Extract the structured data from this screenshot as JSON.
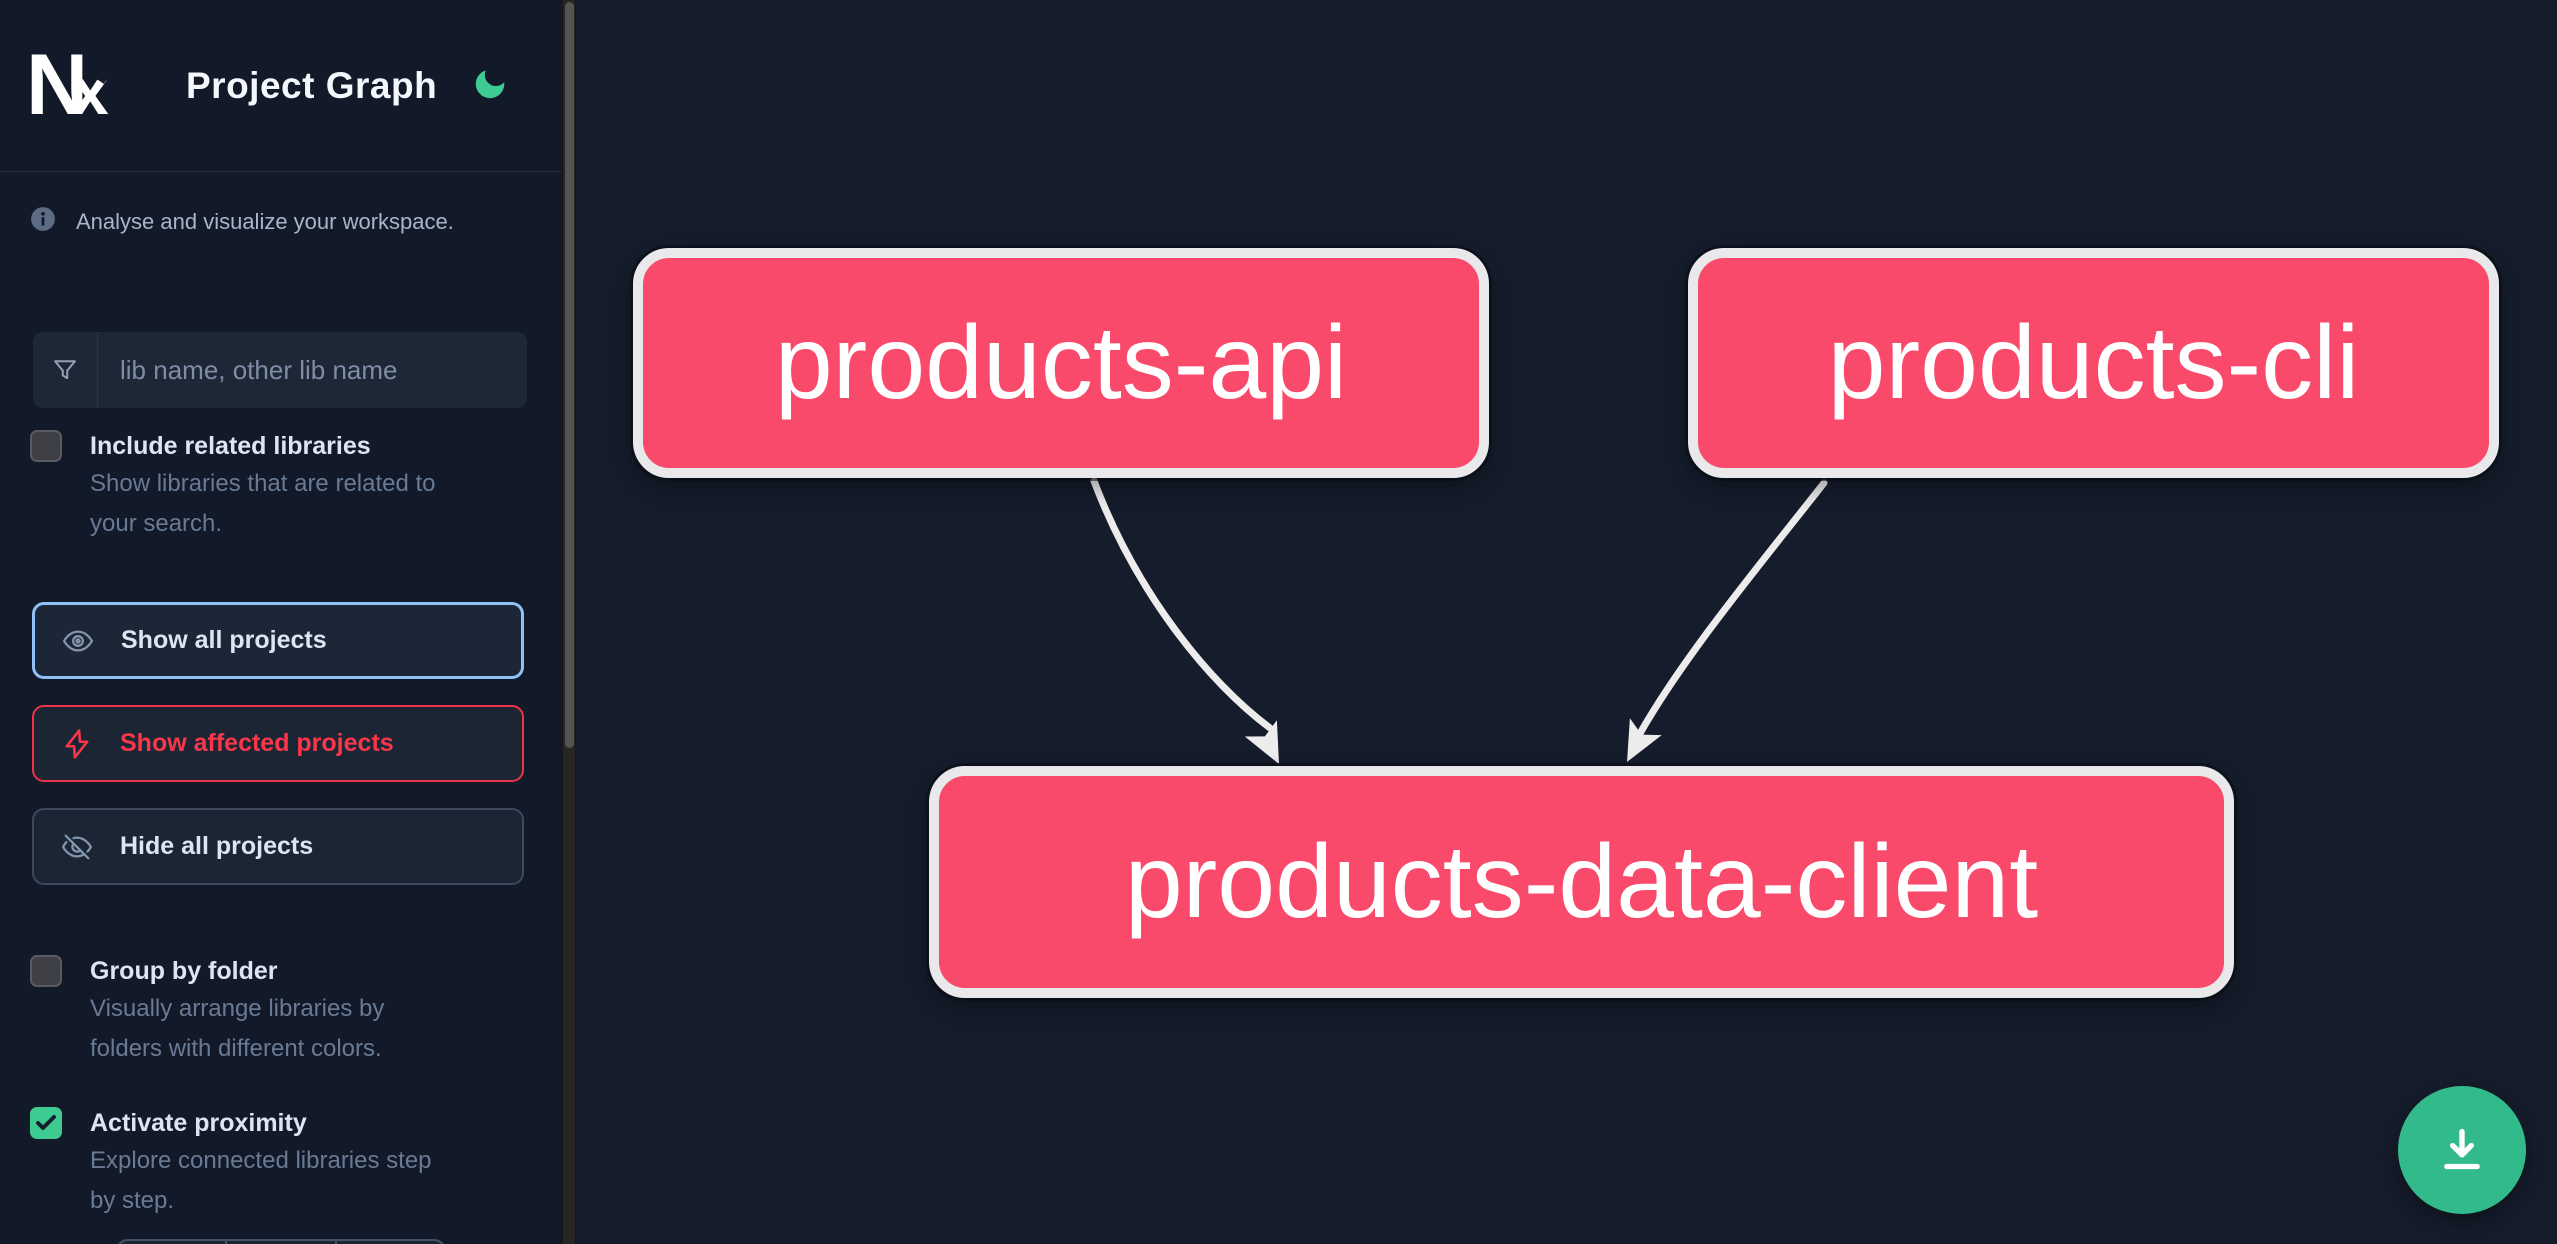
{
  "header": {
    "app_name": "Nx",
    "title": "Project Graph",
    "theme_icon": "moon"
  },
  "sidebar": {
    "tagline": "Analyse and visualize your workspace.",
    "search": {
      "placeholder": "lib name, other lib name",
      "value": ""
    },
    "options": [
      {
        "label": "Include related libraries",
        "checked": false,
        "description_lines": [
          "Show libraries that are related to",
          "your search."
        ]
      },
      {
        "label": "Group by folder",
        "checked": false,
        "description_lines": [
          "Visually arrange libraries by",
          "folders with different colors."
        ]
      },
      {
        "label": "Activate proximity",
        "checked": true,
        "description_lines": [
          "Explore connected libraries step",
          "by step."
        ]
      }
    ],
    "actions": [
      {
        "label": "Show all projects",
        "icon": "eye",
        "state": "focused"
      },
      {
        "label": "Show affected projects",
        "icon": "bolt",
        "state": "affected"
      },
      {
        "label": "Hide all projects",
        "icon": "eye-off",
        "state": "default"
      }
    ]
  },
  "graph": {
    "nodes": [
      {
        "id": "products-api",
        "label": "products-api",
        "status": "affected"
      },
      {
        "id": "products-cli",
        "label": "products-cli",
        "status": "affected"
      },
      {
        "id": "products-data-client",
        "label": "products-data-client",
        "status": "affected"
      }
    ],
    "edges": [
      {
        "from": "products-api",
        "to": "products-data-client"
      },
      {
        "from": "products-cli",
        "to": "products-data-client"
      }
    ]
  },
  "fab": {
    "icon": "download"
  },
  "colors": {
    "sidebar_bg": "#121a29",
    "canvas_bg": "#151c2b",
    "node_fill": "#fa4a6b",
    "node_border": "#e9e9ec",
    "edge": "#ececec",
    "accent_green": "#3ecb92",
    "accent_blue": "#8fc0f6",
    "accent_red": "#f8374b"
  }
}
